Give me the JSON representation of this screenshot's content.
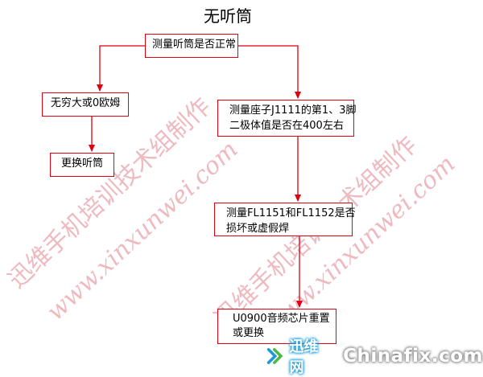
{
  "title": "无听筒",
  "nodes": {
    "n1": "测量听筒是否正常",
    "n2": "无穷大或0欧姆",
    "n3_line1": "测量座子J1111的第1、3脚",
    "n3_line2": "二极体值是否在400左右",
    "n4": "更换听筒",
    "n5_line1": "测量FL1151和FL1152是否",
    "n5_line2": "损坏或虚假焊",
    "n6_line1": "U0900音频芯片重置",
    "n6_line2": "或更换"
  },
  "watermark": {
    "cn": "迅维手机培训技术组制作",
    "url": "www.xinxunwei.com"
  },
  "logo": {
    "cn": "迅维网",
    "en": "Chinafix.com"
  },
  "colors": {
    "line": "#e0000f",
    "watermark": "#e8a0a8"
  }
}
